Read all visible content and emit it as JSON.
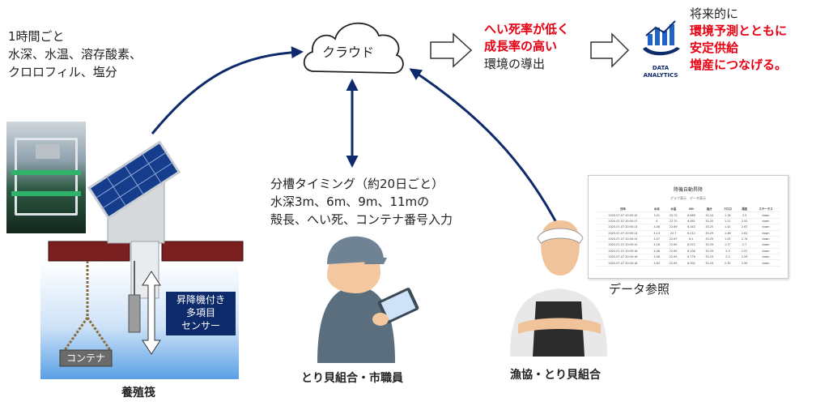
{
  "cloud_label": "クラウド",
  "sensor_measure": [
    "1時間ごと",
    "水深、水温、溶存酸素、",
    "クロロフィル、塩分"
  ],
  "manual_input": [
    "分槽タイミング（約20日ごと）",
    "水深3m、6m、9m、11mの",
    "殻長、へい死、コンテナ番号入力"
  ],
  "derive": {
    "line1": "へい死率が低く",
    "line2": "成長率の高い",
    "line3": "環境の導出"
  },
  "data_analytics": {
    "line1": "DATA",
    "line2": "ANALYTICS"
  },
  "future": {
    "line1": "将来的に",
    "line2": "環境予測とともに",
    "line3": "安定供給",
    "line4": "増産につなげる。"
  },
  "sensor_label": [
    "昇降機付き",
    "多項目",
    "センサー"
  ],
  "container_label": "コンテナ",
  "raft_label": "養殖筏",
  "worker_label": "とり貝組合・市職員",
  "fisher_label": "漁協・とり貝組合",
  "data_ref_label": "データ参照",
  "dashboard": {
    "title": "降機自動昇降",
    "tabs": "グラフ表示　データ表示",
    "headers": [
      "日時",
      "水深",
      "水温",
      "DO",
      "塩分",
      "クロロ",
      "濁度",
      "ステータス"
    ],
    "rows": [
      [
        "2020-07-07 20:00:10",
        "3.01",
        "22.70",
        "6.669",
        "33.24",
        "1.16",
        "2.5",
        "down"
      ],
      [
        "2020-07-07 20:00:17",
        "4",
        "22.70",
        "6.461",
        "33.25",
        "1.21",
        "2.52",
        "down"
      ],
      [
        "2020-07-07 20:00:13",
        "4.08",
        "22.69",
        "6.343",
        "33.25",
        "1.42",
        "2.67",
        "down"
      ],
      [
        "2020-07-07 20:00:13",
        "4.13",
        "22.7",
        "6.212",
        "33.29",
        "1.38",
        "2.61",
        "down"
      ],
      [
        "2020-07-07 20:00:15",
        "4.07",
        "22.67",
        "6.1",
        "33.29",
        "1.55",
        "2.74",
        "down"
      ],
      [
        "2020-07-07 20:00:15",
        "4.16",
        "22.65",
        "6.072",
        "33.29",
        "1.77",
        "2.7",
        "down"
      ],
      [
        "2020-07-07 20:00:16",
        "4.06",
        "22.65",
        "6.236",
        "33.29",
        "2.3",
        "2.97",
        "down"
      ],
      [
        "2020-07-07 20:00:16",
        "4.06",
        "22.65",
        "6.776",
        "33.29",
        "2.3",
        "2.93",
        "down"
      ],
      [
        "2020-07-07 20:00:18",
        "4.63",
        "22.65",
        "6.902",
        "33.29",
        "2.35",
        "2.99",
        "down"
      ]
    ]
  },
  "colors": {
    "arrow": "#0d2a6b",
    "accent_red": "#e60012",
    "raft": "#7a1f1f",
    "water_top": "#5aa0e6",
    "analytics": "#1f63c6"
  }
}
